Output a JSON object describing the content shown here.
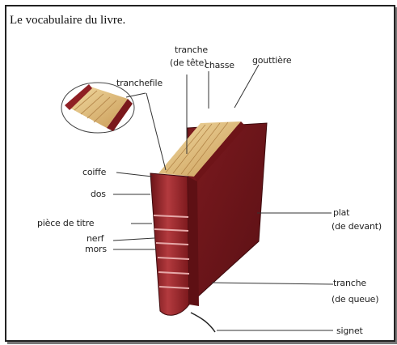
{
  "title": "Le vocabulaire du livre.",
  "labels": {
    "tranche_tete_1": "tranche",
    "tranche_tete_2": "(de tête)",
    "chasse": "chasse",
    "gouttiere": "gouttière",
    "tranchefile": "tranchefile",
    "coiffe": "coiffe",
    "dos": "dos",
    "piece_de_titre": "pièce de titre",
    "nerf": "nerf",
    "mors": "mors",
    "plat_1": "plat",
    "plat_2": "(de devant)",
    "tranche_queue_1": "tranche",
    "tranche_queue_2": "(de queue)",
    "signet": "signet"
  },
  "colors": {
    "leather": "#8f1f24",
    "leather_dark": "#5e1014",
    "pages": "#e8c98a",
    "line": "#333333"
  }
}
